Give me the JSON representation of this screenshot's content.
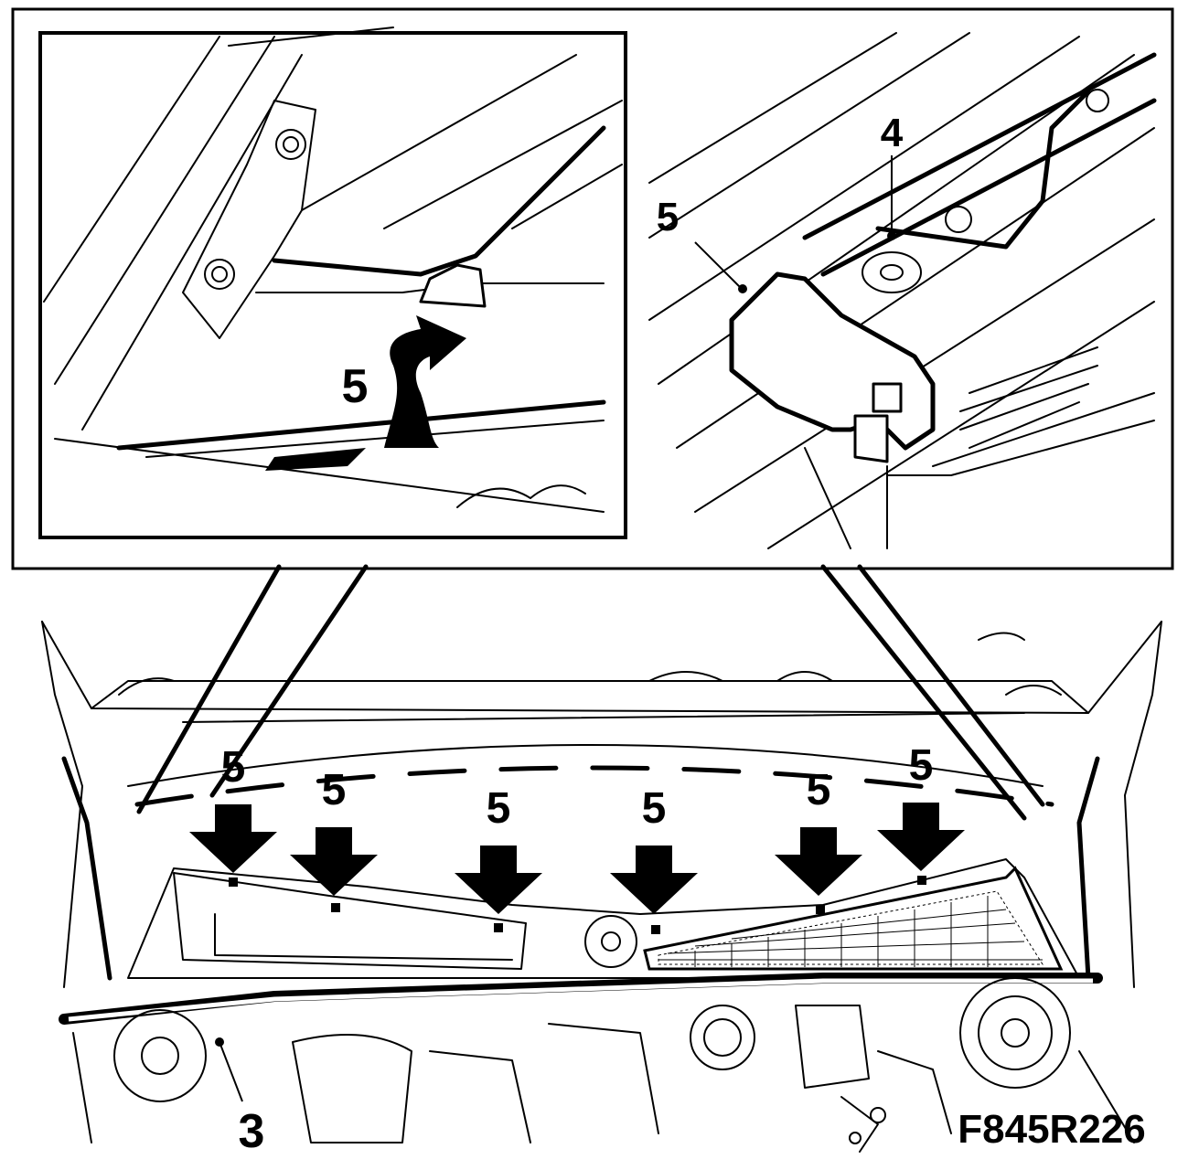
{
  "figure": {
    "code": "F845R226",
    "colors": {
      "line": "#000000",
      "background": "#ffffff"
    },
    "callouts": {
      "inset_left_label": "5",
      "inset_right_label_clip": "5",
      "inset_right_label_pin": "4",
      "overview_arrow_labels": [
        "5",
        "5",
        "5",
        "5",
        "5",
        "5"
      ],
      "overview_bottom_label": "3"
    },
    "icons": [
      "arrow-down-icon",
      "curved-arrow-up-icon"
    ]
  }
}
